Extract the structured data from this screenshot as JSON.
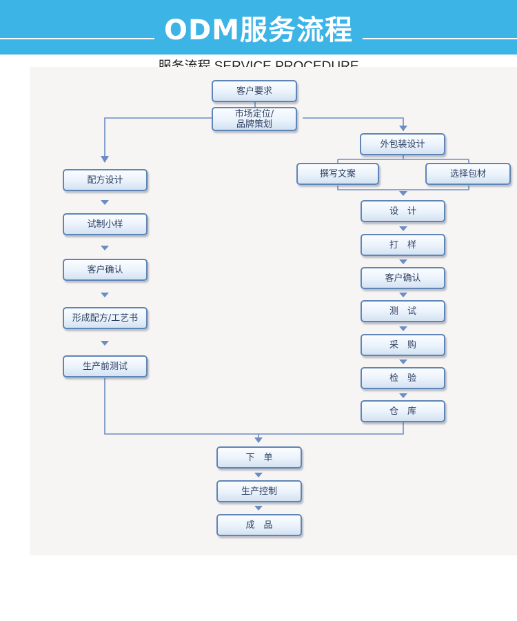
{
  "header": {
    "title": "ODM服务流程",
    "bg_color": "#3db4e6"
  },
  "subtitle": "服务流程 SERVICE PROCEDURE",
  "colors": {
    "node_border": "#5f84b6",
    "node_text": "#2d3f63",
    "arrow": "#6c8cc4",
    "panel": "#f7f5f3"
  },
  "flow": {
    "top": [
      "客户要求",
      "市场定位/\n品牌策划"
    ],
    "left": [
      "配方设计",
      "试制小样",
      "客户确认",
      "形成配方/工艺书",
      "生产前测试"
    ],
    "right_head": "外包装设计",
    "right_branches": [
      "撰写文案",
      "选择包材"
    ],
    "right": [
      "设　计",
      "打　样",
      "客户确认",
      "测　试",
      "采　购",
      "检　验",
      "仓　库"
    ],
    "bottom": [
      "下　单",
      "生产控制",
      "成　品"
    ]
  }
}
